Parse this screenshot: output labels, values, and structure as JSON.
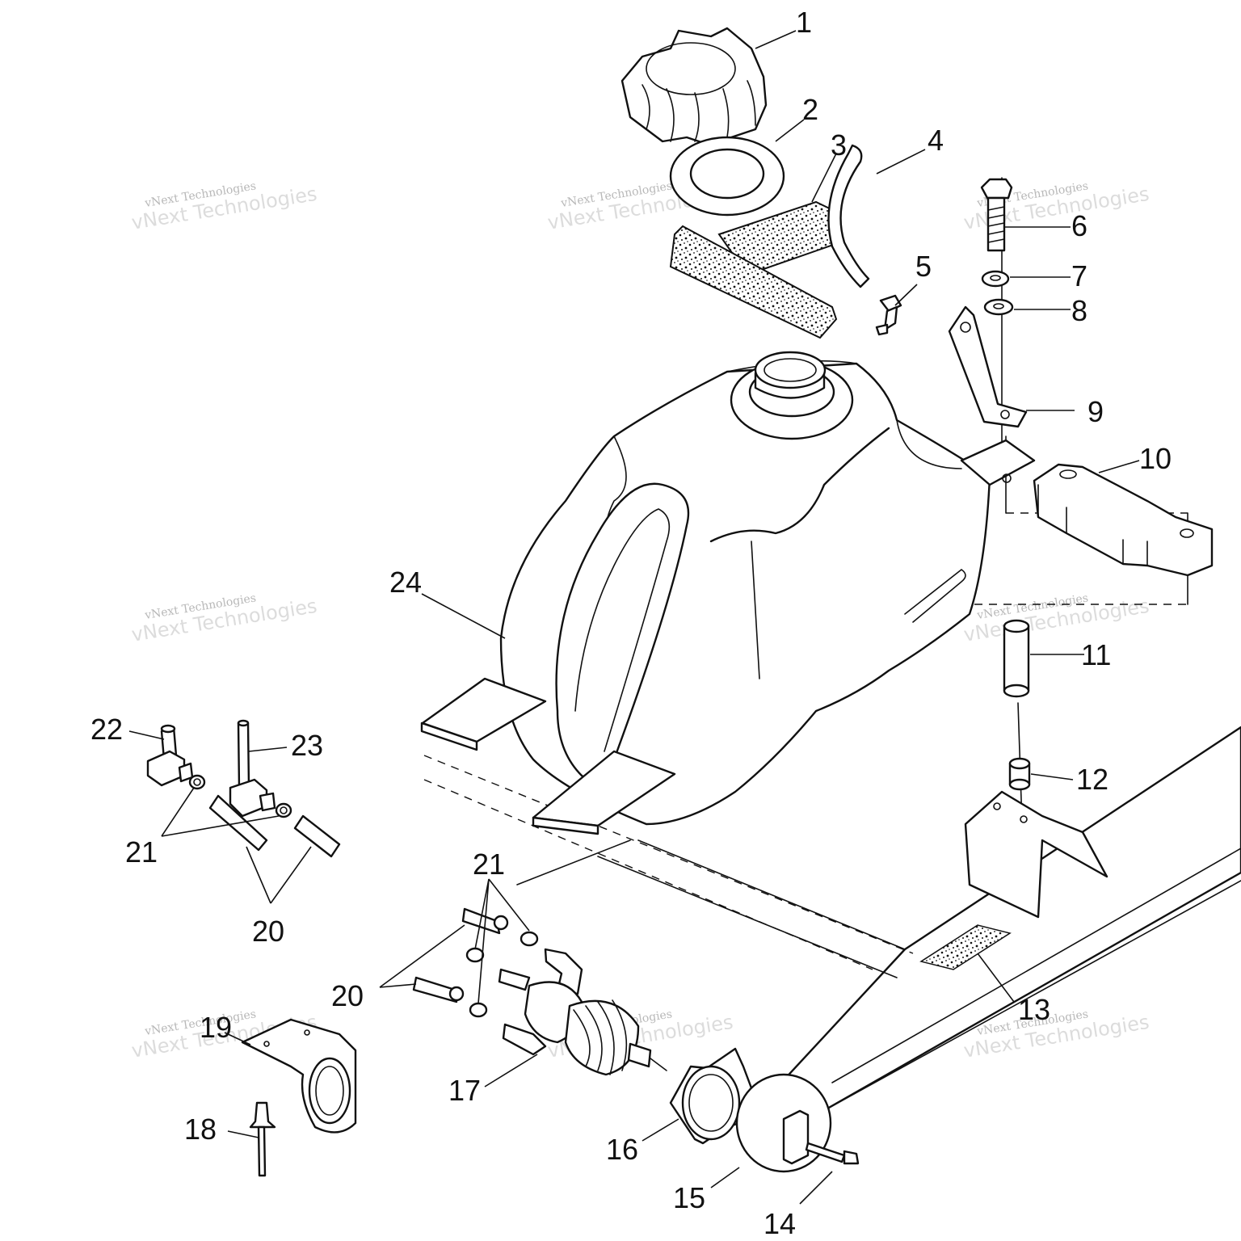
{
  "diagram": {
    "callouts": [
      {
        "n": "1"
      },
      {
        "n": "2"
      },
      {
        "n": "3"
      },
      {
        "n": "4"
      },
      {
        "n": "5"
      },
      {
        "n": "6"
      },
      {
        "n": "7"
      },
      {
        "n": "8"
      },
      {
        "n": "9"
      },
      {
        "n": "10"
      },
      {
        "n": "11"
      },
      {
        "n": "12"
      },
      {
        "n": "13"
      },
      {
        "n": "14"
      },
      {
        "n": "15"
      },
      {
        "n": "16"
      },
      {
        "n": "17"
      },
      {
        "n": "18"
      },
      {
        "n": "19"
      },
      {
        "n": "20"
      },
      {
        "n": "20"
      },
      {
        "n": "21"
      },
      {
        "n": "21"
      },
      {
        "n": "22"
      },
      {
        "n": "23"
      },
      {
        "n": "24"
      }
    ]
  },
  "watermark": {
    "line1": "vNext Technologies",
    "line2": "vNext Technologies"
  }
}
